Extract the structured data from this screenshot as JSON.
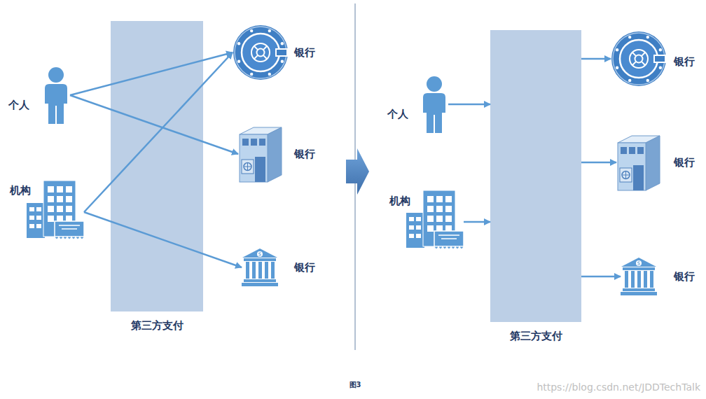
{
  "diagram": {
    "caption": "图3",
    "nodes": [
      {
        "text": [
          "个人"
        ]
      },
      {
        "text": [
          "机构"
        ]
      },
      {
        "text": [
          "第三方支付"
        ]
      },
      {
        "text": [
          "银行"
        ]
      },
      {
        "text": [
          "银行"
        ]
      },
      {
        "text": [
          "银行"
        ]
      },
      {
        "text": [
          "个人"
        ]
      },
      {
        "text": [
          "机构"
        ]
      },
      {
        "text": [
          "第三方支付"
        ]
      },
      {
        "text": [
          "银行"
        ]
      },
      {
        "text": [
          "银行"
        ]
      },
      {
        "text": [
          "银行"
        ]
      }
    ],
    "edges": [
      {
        "from": 0,
        "to": 3,
        "arrow": "to"
      },
      {
        "from": 0,
        "to": 4,
        "arrow": "to"
      },
      {
        "from": 1,
        "to": 3,
        "arrow": "to"
      },
      {
        "from": 1,
        "to": 5,
        "arrow": "to"
      },
      {
        "from": 6,
        "to": 8,
        "arrow": "to"
      },
      {
        "from": 7,
        "to": 8,
        "arrow": "to"
      },
      {
        "from": 8,
        "to": 9,
        "arrow": "to"
      },
      {
        "from": 8,
        "to": 10,
        "arrow": "to"
      },
      {
        "from": 8,
        "to": 11,
        "arrow": "to"
      }
    ],
    "labels": [
      "https://blog.csdn.net/JDDTechTalk"
    ]
  }
}
